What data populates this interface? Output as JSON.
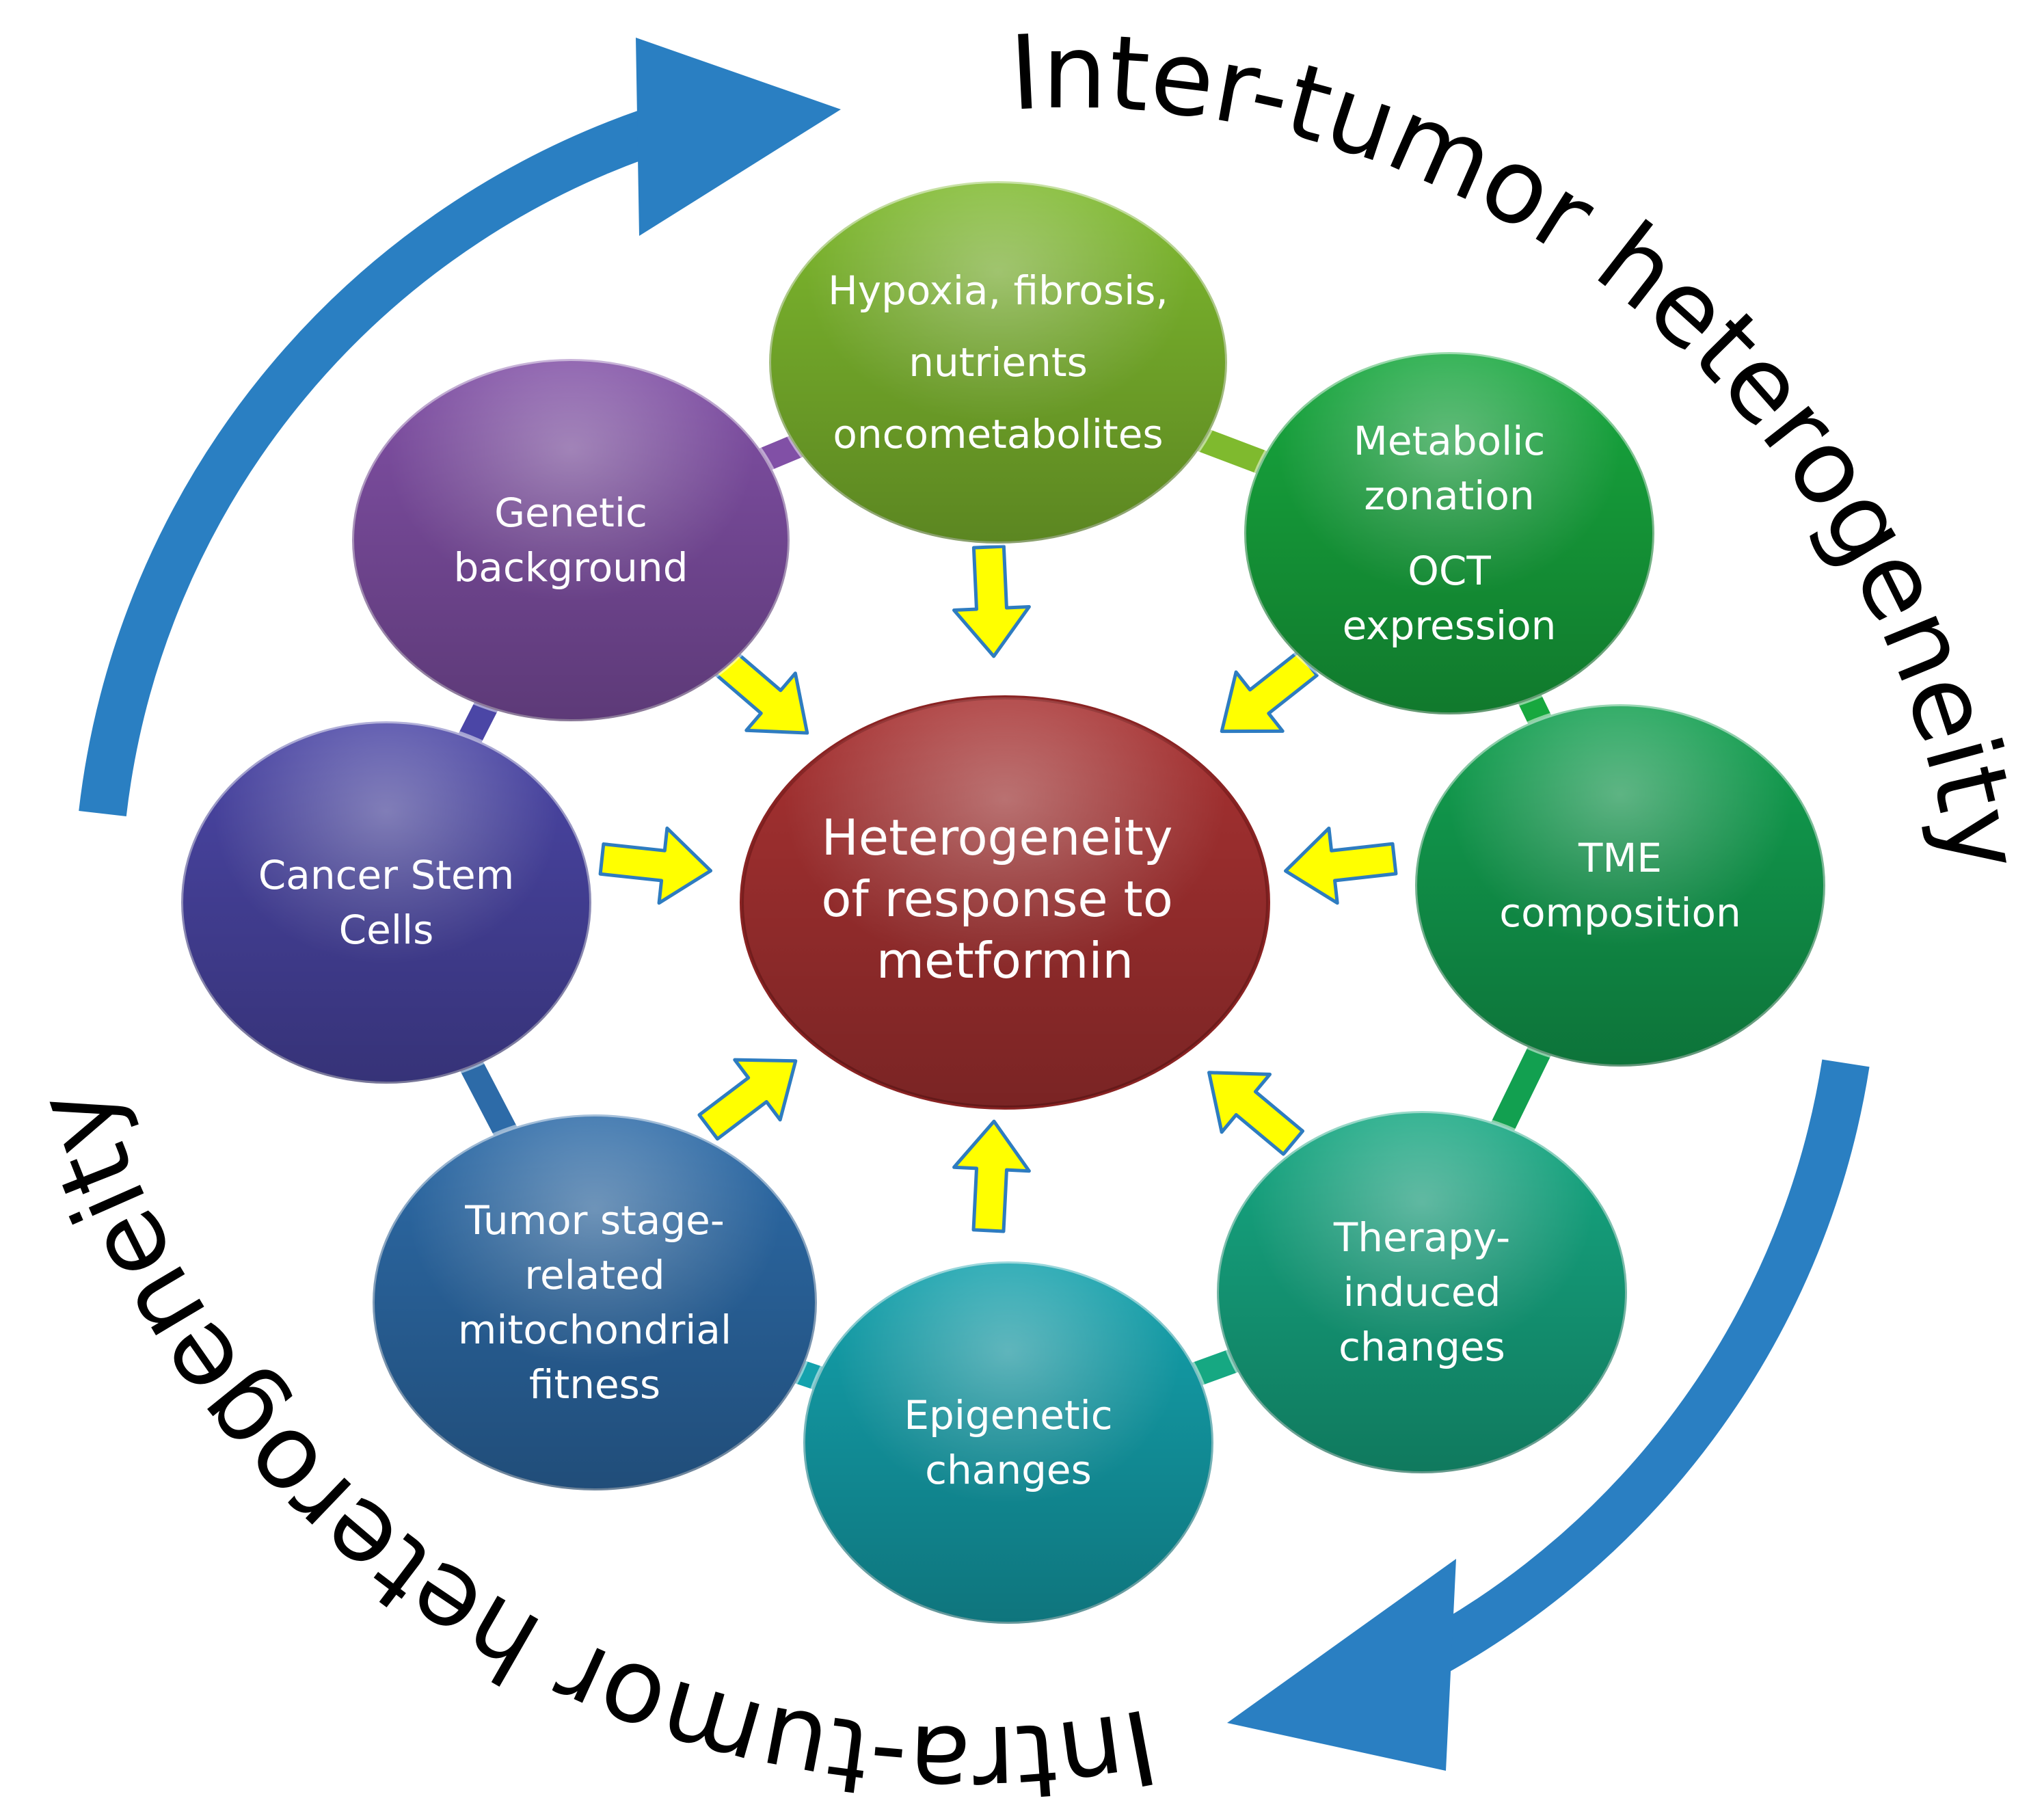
{
  "center": {
    "lines": [
      "Heterogeneity",
      "of response to",
      "metformin"
    ],
    "color": "#a93232"
  },
  "arc_titles": {
    "outer_top": "Inter-tumor heterogeneity",
    "outer_bottom": "Intra-tumor heterogeneity"
  },
  "nodes": [
    {
      "id": "hypoxia",
      "lines": [
        "Hypoxia, fibrosis,",
        "nutrients",
        "oncometabolites"
      ],
      "color": "#7fba2e"
    },
    {
      "id": "metabolic",
      "lines": [
        "Metabolic",
        "zonation",
        "OCT",
        "expression"
      ],
      "color": "#17a83e"
    },
    {
      "id": "tme",
      "lines": [
        "TME",
        "composition"
      ],
      "color": "#12a050"
    },
    {
      "id": "therapy",
      "lines": [
        "Therapy-",
        "induced",
        "changes"
      ],
      "color": "#16a882"
    },
    {
      "id": "epigenetic",
      "lines": [
        "Epigenetic",
        "changes"
      ],
      "color": "#14a2ad"
    },
    {
      "id": "tumor-stage",
      "lines": [
        "Tumor stage-",
        "related",
        "mitochondrial",
        "fitness"
      ],
      "color": "#2d6ba8"
    },
    {
      "id": "cancer-stem",
      "lines": [
        "Cancer Stem",
        "Cells"
      ],
      "color": "#4b46a6"
    },
    {
      "id": "genetic",
      "lines": [
        "Genetic",
        "background"
      ],
      "color": "#8150a6"
    }
  ],
  "colors": {
    "arrow_fill": "#ffff00",
    "arrow_stroke": "#2e7cc0",
    "cycle_arrow": "#2a7fc2"
  }
}
